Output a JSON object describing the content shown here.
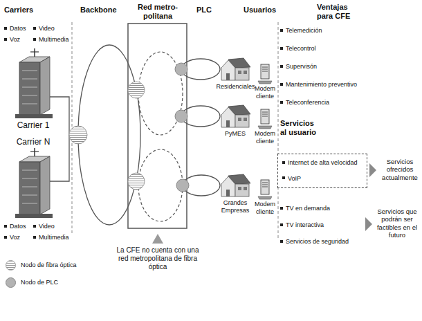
{
  "diagram": {
    "nodes": [
      {
        "text": [
          "Carrier 1"
        ]
      },
      {
        "text": [
          "Carrier N"
        ]
      },
      {
        "text": [
          "Residenciales"
        ]
      },
      {
        "text": [
          "Modem cliente"
        ]
      },
      {
        "text": [
          "PyMES"
        ]
      },
      {
        "text": [
          "Modem cliente"
        ]
      },
      {
        "text": [
          "Grandes Empresas"
        ]
      },
      {
        "text": [
          "Modem cliente"
        ]
      },
      {
        "text": [
          "Internet de alta velocidad",
          "VoIP"
        ]
      }
    ],
    "labels": [
      "Carriers",
      "Backbone",
      "Red metro- politana",
      "PLC",
      "Usuarios",
      "Ventajas para CFE",
      "Datos",
      "Video",
      "Voz",
      "Multimedia",
      "Datos",
      "Video",
      "Voz",
      "Multimedia",
      "Telemedición",
      "Telecontrol",
      "Supervisón",
      "Mantenimiento preventivo",
      "Teleconferencia",
      "Servicios al usuario",
      "Servicios ofrecidos actualmente",
      "TV en demanda",
      "TV interactiva",
      "Servicios de seguridad",
      "Servicios que podrán ser factibles en el futuro",
      "La CFE no cuenta con una red metropolitana de fibra óptica"
    ],
    "legend": [
      {
        "text": "Nodo de fibra óptica"
      },
      {
        "text": "Nodo de PLC",
        "color": "#b3b3b3"
      }
    ]
  }
}
